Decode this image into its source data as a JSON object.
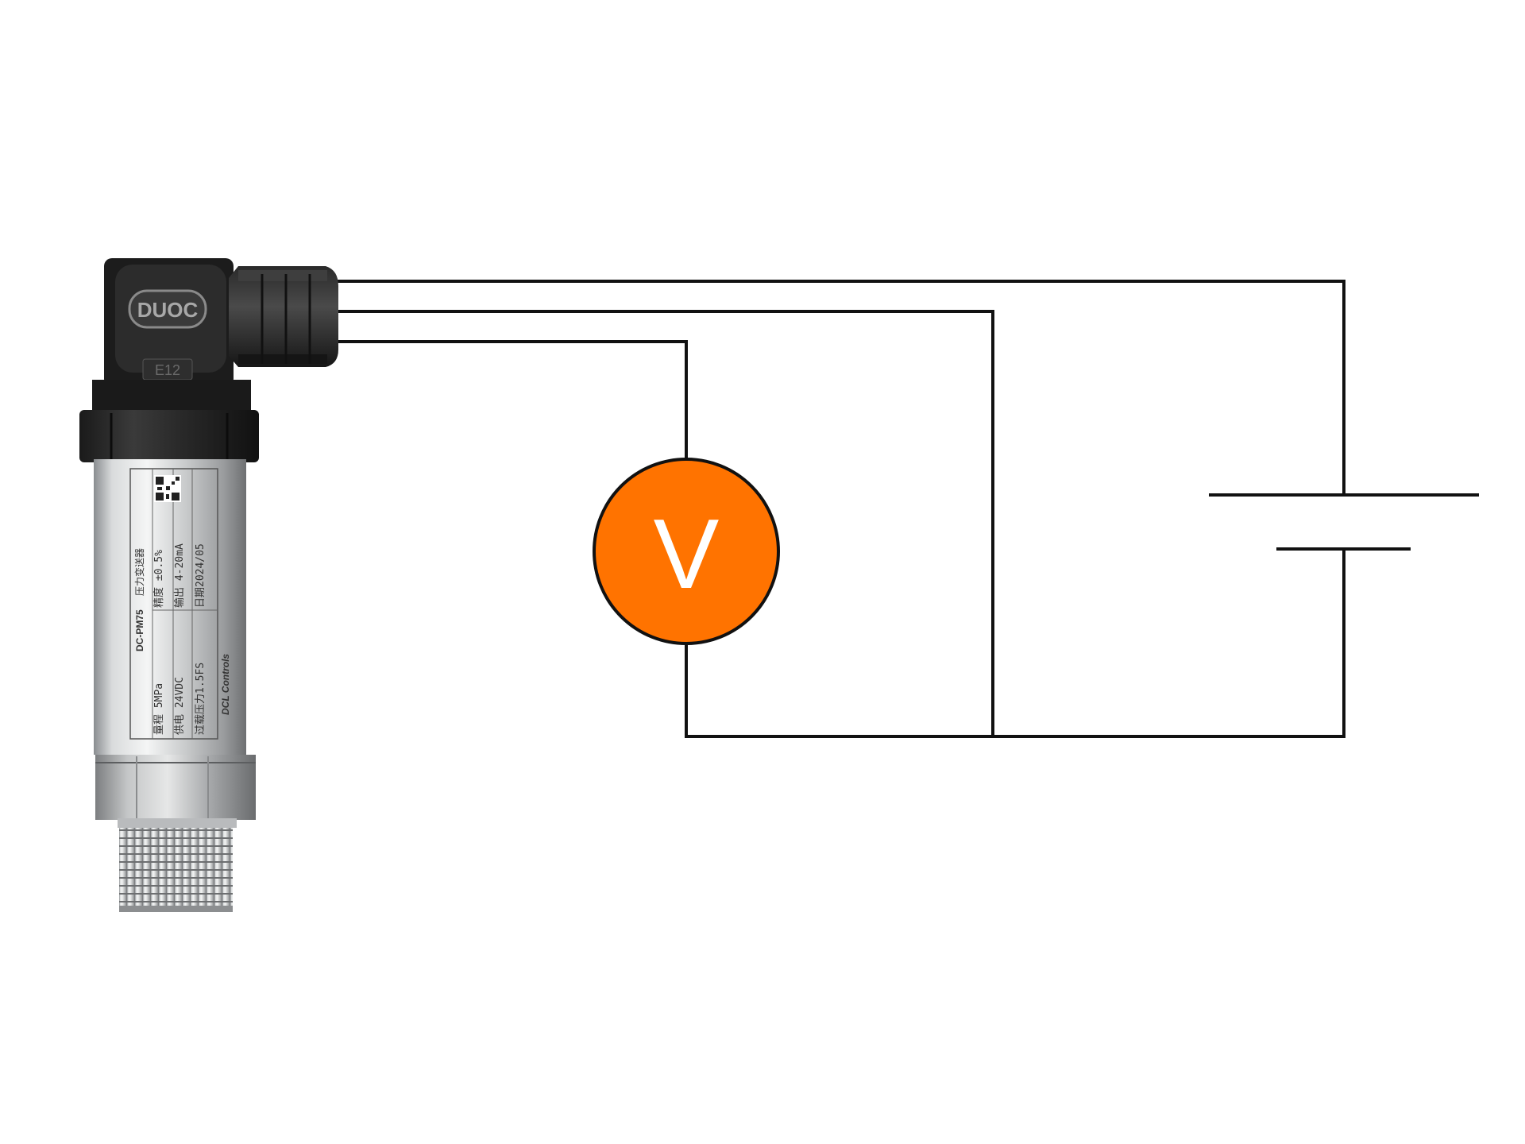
{
  "transmitter": {
    "brand_logo": "DUOC",
    "connector_mark": "E12",
    "label_model": "DC-PM75",
    "label_name": "压力变送器",
    "label_range": "量程 5MPa",
    "label_accuracy": "精度 ±0.5%",
    "label_supply": "供电 24VDC",
    "label_output": "输出 4-20mA",
    "label_overload": "过载压力1.5FS",
    "label_date": "日期2024/05",
    "label_maker": "DCL Controls"
  },
  "voltmeter": {
    "symbol": "V",
    "fill_color": "#ff7300"
  },
  "wire_color": "#111111"
}
